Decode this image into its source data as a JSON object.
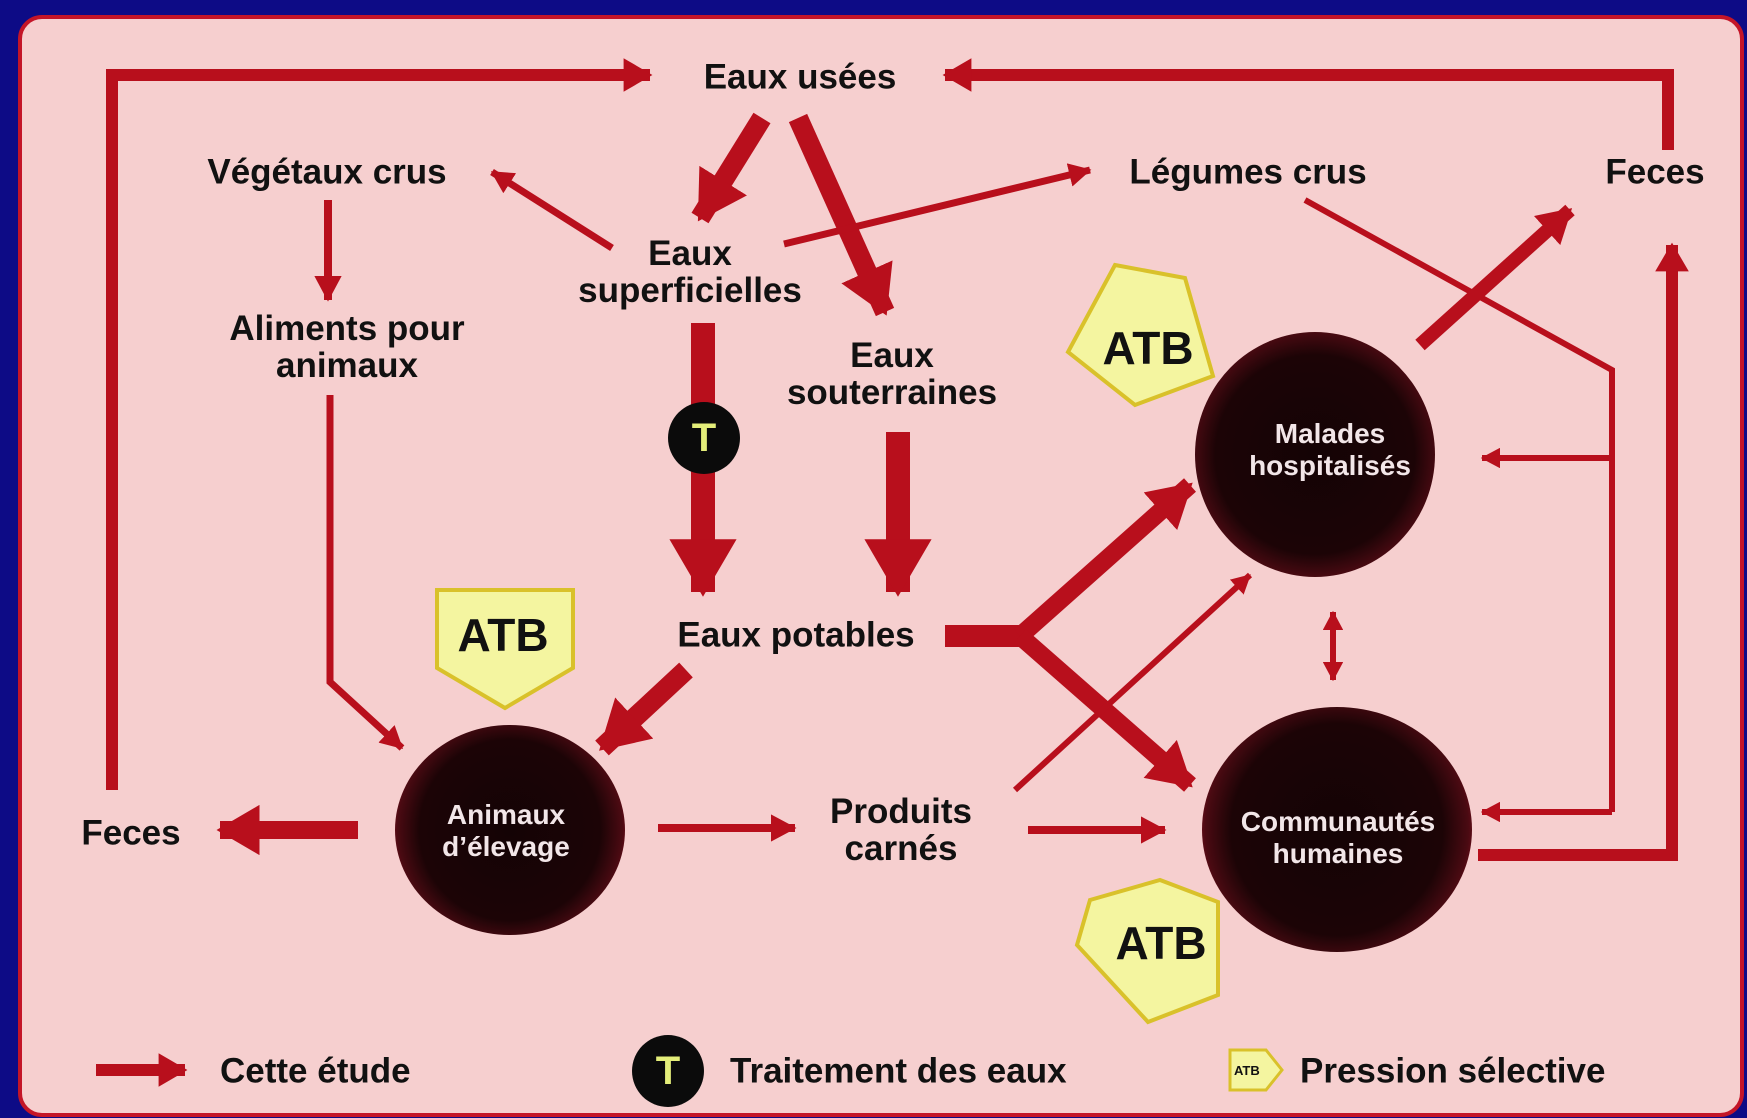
{
  "nodes": {
    "eaux_usees": "Eaux usées",
    "vegetaux_crus": "Végétaux crus",
    "legumes_crus": "Légumes crus",
    "feces_top": "Feces",
    "eaux_superficielles": [
      "Eaux",
      "superficielles"
    ],
    "aliments": [
      "Aliments pour",
      "animaux"
    ],
    "eaux_souterraines": [
      "Eaux",
      "souterraines"
    ],
    "eaux_potables": "Eaux potables",
    "produits_carnes": [
      "Produits",
      "carnés"
    ],
    "feces_left": "Feces"
  },
  "circles": {
    "malades": [
      "Malades",
      "hospitalisés"
    ],
    "communautes": [
      "Communautés",
      "humaines"
    ],
    "animaux": [
      "Animaux",
      "d’élevage"
    ]
  },
  "badges": {
    "atb": "ATB",
    "treatment": "T"
  },
  "legend": {
    "arrow_label": "Cette étude",
    "treatment_symbol": "T",
    "treatment_label": "Traitement des eaux",
    "atb_symbol": "ATB",
    "atb_label": "Pression sélective"
  },
  "colors": {
    "frame": "#0d0b86",
    "panel": "#f6cfcf",
    "arrow": "#b80f1c",
    "atb_fill": "#f4f5a0"
  }
}
